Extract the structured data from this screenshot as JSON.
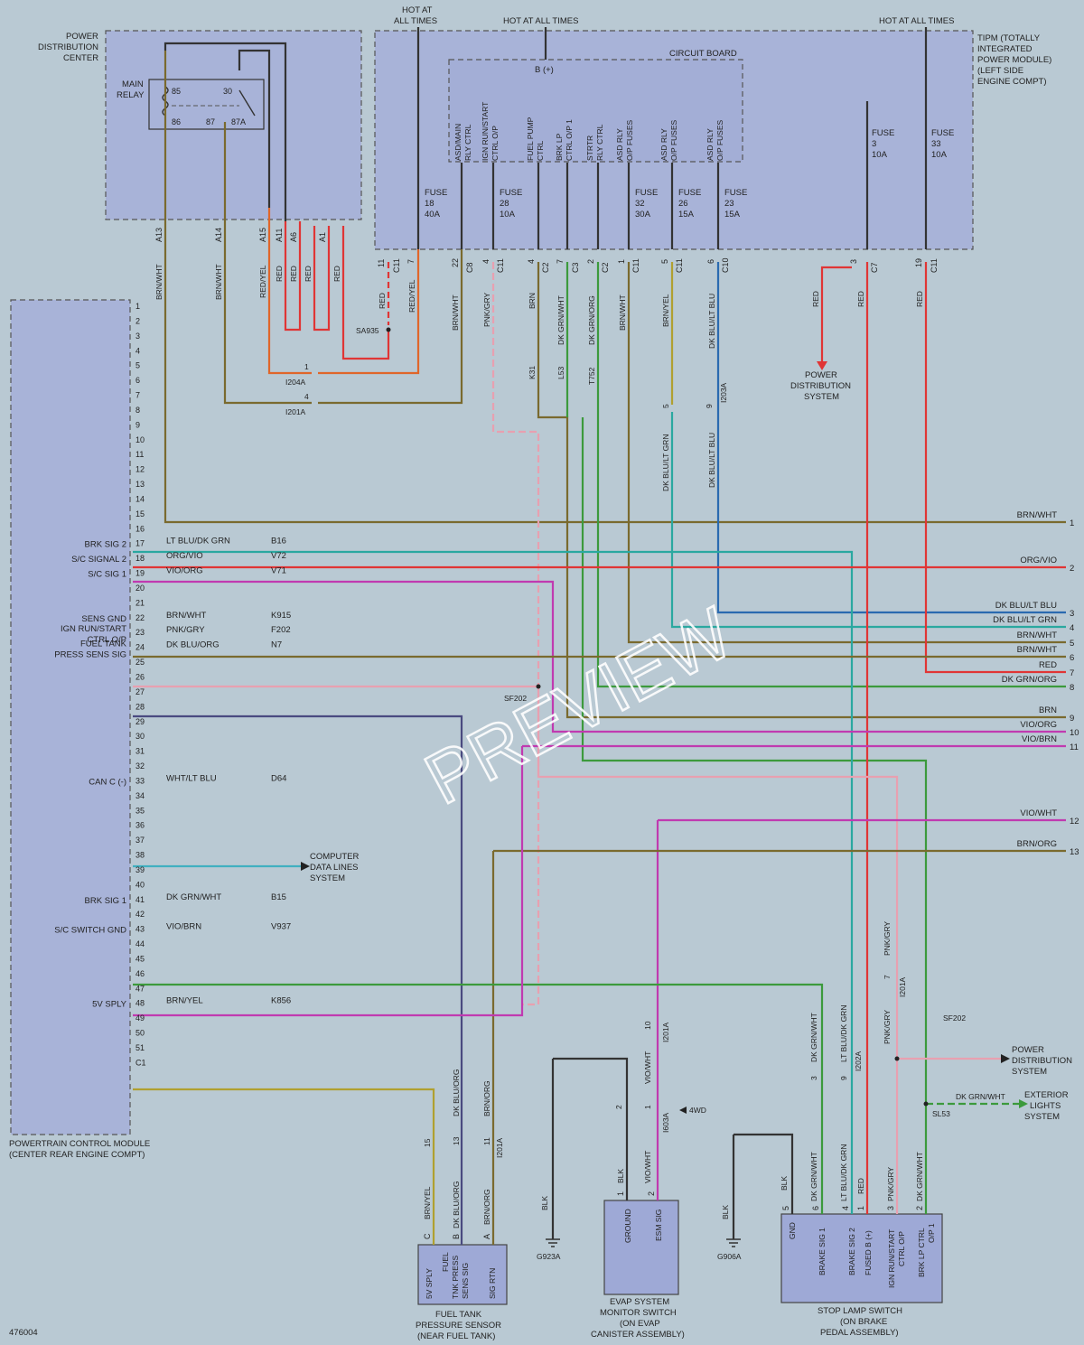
{
  "figure_id": "476004",
  "watermark": "PREVIEW",
  "hot_labels": [
    "HOT AT",
    "ALL TIMES",
    "HOT AT ALL TIMES",
    "HOT AT ALL TIMES"
  ],
  "pdc": {
    "title": [
      "POWER",
      "DISTRIBUTION",
      "CENTER"
    ],
    "relay": [
      "MAIN",
      "RELAY"
    ],
    "pins": [
      "85",
      "86",
      "30",
      "87",
      "87A"
    ]
  },
  "tipm": {
    "title": [
      "TIPM (TOTALLY",
      "INTEGRATED",
      "POWER MODULE)",
      "(LEFT SIDE",
      "ENGINE COMPT)"
    ],
    "circuit_board": "CIRCUIT BOARD",
    "bplus": "B (+)"
  },
  "board_labels": [
    "ASD/MAIN",
    "RLY CTRL",
    "IGN RUN/START",
    "CTRL O/P",
    "FUEL PUMP",
    "CTRL",
    "BRK LP",
    "CTRL O/P 1",
    "STRTR",
    "RLY CTRL",
    "ASD RLY",
    "O/P FUSES",
    "ASD RLY",
    "O/P FUSES",
    "ASD RLY",
    "O/P FUSES"
  ],
  "fuses": [
    {
      "name": "FUSE",
      "num": "18",
      "amp": "40A"
    },
    {
      "name": "FUSE",
      "num": "28",
      "amp": "10A"
    },
    {
      "name": "FUSE",
      "num": "32",
      "amp": "30A"
    },
    {
      "name": "FUSE",
      "num": "26",
      "amp": "15A"
    },
    {
      "name": "FUSE",
      "num": "23",
      "amp": "15A"
    },
    {
      "name": "FUSE",
      "num": "3",
      "amp": "10A"
    },
    {
      "name": "FUSE",
      "num": "33",
      "amp": "10A"
    }
  ],
  "pdc_pins": [
    "A13",
    "A14",
    "A15",
    "A11",
    "A6",
    "A1"
  ],
  "tipm_pins": [
    "11",
    "7",
    "22",
    "4",
    "4",
    "7",
    "2",
    "1",
    "5",
    "6",
    "3",
    "19"
  ],
  "tipm_conns": [
    "C11",
    "C8",
    "C11",
    "C2",
    "C3",
    "C2",
    "C11",
    "C11",
    "C10",
    "C7",
    "C11"
  ],
  "upper_wires": [
    "BRN/WHT",
    "BRN/WHT",
    "RED/YEL",
    "RED",
    "RED",
    "RED",
    "RED",
    "RED/YEL",
    "RED",
    "BRN/WHT",
    "PNK/GRY",
    "BRN",
    "DK GRN/WHT",
    "DK GRN/ORG",
    "BRN/WHT",
    "BRN/YEL",
    "DK BLU/LT BLU",
    "RED",
    "RED",
    "RED"
  ],
  "circuit_codes": [
    "K31",
    "L53",
    "T752"
  ],
  "splices": [
    "SA935",
    "SF202",
    "SF202",
    "SL53"
  ],
  "inline": [
    "1",
    "I204A",
    "4",
    "I201A",
    "5",
    "9",
    "I203A",
    "7",
    "I201A",
    "10",
    "I201A",
    "2",
    "1",
    "I603A",
    "4WD",
    "3",
    "9",
    "I202A",
    "15",
    "13",
    "11",
    "I201A"
  ],
  "mid_wires": [
    "DK BLU/LT GRN",
    "DK BLU/LT BLU"
  ],
  "pds_ref": [
    "POWER",
    "DISTRIBUTION",
    "SYSTEM"
  ],
  "pcm": {
    "title": [
      "POWERTRAIN CONTROL MODULE",
      "(CENTER REAR ENGINE COMPT)"
    ],
    "pins": [
      "1",
      "2",
      "3",
      "4",
      "5",
      "6",
      "7",
      "8",
      "9",
      "10",
      "11",
      "12",
      "13",
      "14",
      "15",
      "16",
      "17",
      "18",
      "19",
      "20",
      "21",
      "22",
      "23",
      "24",
      "25",
      "26",
      "27",
      "28",
      "29",
      "30",
      "31",
      "32",
      "33",
      "34",
      "35",
      "36",
      "37",
      "38",
      "39",
      "40",
      "41",
      "42",
      "43",
      "44",
      "45",
      "46",
      "47",
      "48",
      "49",
      "50",
      "51",
      "C1"
    ],
    "sig": [
      {
        "pin": 17,
        "name": "BRK SIG 2",
        "wire": "LT BLU/DK GRN",
        "code": "B16"
      },
      {
        "pin": 18,
        "name": "S/C SIGNAL 2",
        "wire": "ORG/VIO",
        "code": "V72"
      },
      {
        "pin": 19,
        "name": "S/C SIG 1",
        "wire": "VIO/ORG",
        "code": "V71"
      },
      {
        "pin": 22,
        "name": "SENS GND",
        "wire": "BRN/WHT",
        "code": "K915"
      },
      {
        "pin": 23,
        "name": "IGN RUN/START",
        "name2": "CTRL O/P",
        "wire": "PNK/GRY",
        "code": "F202"
      },
      {
        "pin": 24,
        "name": "FUEL TANK",
        "name2": "PRESS SENS SIG",
        "wire": "DK BLU/ORG",
        "code": "N7"
      },
      {
        "pin": 33,
        "name": "CAN C (-)",
        "wire": "WHT/LT BLU",
        "code": "D64"
      },
      {
        "pin": 41,
        "name": "BRK SIG 1",
        "wire": "DK GRN/WHT",
        "code": "B15"
      },
      {
        "pin": 43,
        "name": "S/C SWITCH GND",
        "wire": "VIO/BRN",
        "code": "V937"
      },
      {
        "pin": 48,
        "name": "5V SPLY",
        "wire": "BRN/YEL",
        "code": "K856"
      }
    ]
  },
  "cdl_ref": [
    "COMPUTER",
    "DATA LINES",
    "SYSTEM"
  ],
  "right_wires": [
    {
      "num": "1",
      "label": "BRN/WHT"
    },
    {
      "num": "2",
      "label": "ORG/VIO"
    },
    {
      "num": "3",
      "label": "DK BLU/LT BLU"
    },
    {
      "num": "4",
      "label": "DK BLU/LT GRN"
    },
    {
      "num": "5",
      "label": "BRN/WHT"
    },
    {
      "num": "6",
      "label": "BRN/WHT"
    },
    {
      "num": "7",
      "label": "RED"
    },
    {
      "num": "8",
      "label": "DK GRN/ORG"
    },
    {
      "num": "9",
      "label": "BRN"
    },
    {
      "num": "10",
      "label": "VIO/ORG"
    },
    {
      "num": "11",
      "label": "VIO/BRN"
    },
    {
      "num": "12",
      "label": "VIO/WHT"
    },
    {
      "num": "13",
      "label": "BRN/ORG"
    }
  ],
  "bottom_wires": [
    "DK BLU/ORG",
    "BRN/ORG",
    "VIO/WHT",
    "DK GRN/WHT",
    "LT BLU/DK GRN",
    "PNK/GRY",
    "PNK/GRY",
    "DK GRN/WHT",
    "BRN/YEL",
    "DK BLU/ORG",
    "BRN/ORG",
    "BLK",
    "VIO/WHT",
    "BLK",
    "BLK",
    "BLK",
    "DK GRN/WHT",
    "LT BLU/DK GRN",
    "RED",
    "PNK/GRY",
    "DK GRN/WHT"
  ],
  "grounds": [
    "G923A",
    "G906A"
  ],
  "pds_ref2": [
    "POWER",
    "DISTRIBUTION",
    "SYSTEM"
  ],
  "ext_ref": [
    "EXTERIOR",
    "LIGHTS",
    "SYSTEM"
  ],
  "fuel_sensor": {
    "pins": [
      "C",
      "B",
      "A"
    ],
    "labels": [
      "5V SPLY",
      "FUEL",
      "TNK PRESS",
      "SENS SIG",
      "SIG RTN"
    ],
    "title": [
      "FUEL TANK",
      "PRESSURE SENSOR",
      "(NEAR FUEL TANK)"
    ]
  },
  "evap": {
    "pins": [
      "1",
      "2"
    ],
    "labels": [
      "GROUND",
      "ESM SIG"
    ],
    "title": [
      "EVAP SYSTEM",
      "MONITOR SWITCH",
      "(ON EVAP",
      "CANISTER ASSEMBLY)"
    ]
  },
  "stop_lamp": {
    "pins": [
      "5",
      "6",
      "4",
      "1",
      "3",
      "2"
    ],
    "labels": [
      "GND",
      "BRAKE SIG 1",
      "BRAKE SIG 2",
      "FUSED B (+)",
      "IGN RUN/START",
      "CTRL O/P",
      "BRK LP CTRL",
      "O/P 1"
    ],
    "title": [
      "STOP LAMP SWITCH",
      "(ON BRAKE",
      "PEDAL ASSEMBLY)"
    ]
  },
  "colors": {
    "brn": "#7a6a2e",
    "red": "#e03535",
    "orange": "#e0662a",
    "pink": "#e8a0b0",
    "teal": "#2aa8a0",
    "green": "#3c9a3c",
    "violet": "#c03ab0",
    "blue": "#2a6ab0",
    "darkblue": "#4a4a80",
    "yellow": "#b0a030",
    "cyan": "#40b0c0",
    "black": "#333333"
  }
}
